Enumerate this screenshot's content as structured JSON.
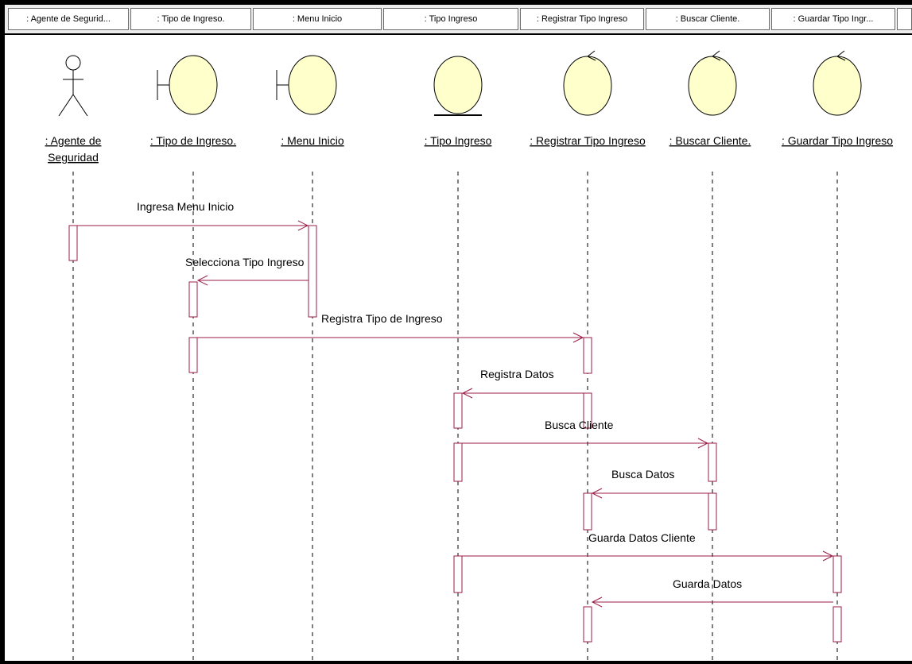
{
  "header": {
    "columns": [
      ": Agente de Segurid...",
      ": Tipo de Ingreso.",
      ": Menu Inicio",
      ": Tipo Ingreso",
      ": Registrar Tipo Ingreso",
      ": Buscar Cliente.",
      ": Guardar Tipo Ingr..."
    ]
  },
  "colors": {
    "message_line": "#9b1b46",
    "boundary_fill": "#ffffcc",
    "outline": "#000000"
  },
  "diagram": {
    "lifelines": [
      {
        "kind": "actor-icon",
        "label_lines": [
          ": Agente de",
          "Seguridad"
        ]
      },
      {
        "kind": "boundary-icon",
        "label_lines": [
          ": Tipo de Ingreso."
        ]
      },
      {
        "kind": "boundary-icon",
        "label_lines": [
          ": Menu Inicio"
        ]
      },
      {
        "kind": "entity-icon",
        "label_lines": [
          ": Tipo Ingreso"
        ]
      },
      {
        "kind": "control-icon",
        "label_lines": [
          ": Registrar Tipo Ingreso"
        ]
      },
      {
        "kind": "control-icon",
        "label_lines": [
          ": Buscar Cliente."
        ]
      },
      {
        "kind": "control-icon",
        "label_lines": [
          ": Guardar Tipo Ingreso"
        ]
      }
    ],
    "messages": [
      {
        "label": "Ingresa Menu Inicio",
        "from": 0,
        "to": 2
      },
      {
        "label": "Selecciona Tipo Ingreso",
        "from": 2,
        "to": 1
      },
      {
        "label": "Registra Tipo de Ingreso",
        "from": 1,
        "to": 4
      },
      {
        "label": "Registra Datos",
        "from": 4,
        "to": 3
      },
      {
        "label": "Busca Cliente",
        "from": 3,
        "to": 5
      },
      {
        "label": "Busca Datos",
        "from": 5,
        "to": 4
      },
      {
        "label": "Guarda Datos Cliente",
        "from": 3,
        "to": 6
      },
      {
        "label": "Guarda Datos",
        "from": 6,
        "to": 4
      }
    ]
  }
}
